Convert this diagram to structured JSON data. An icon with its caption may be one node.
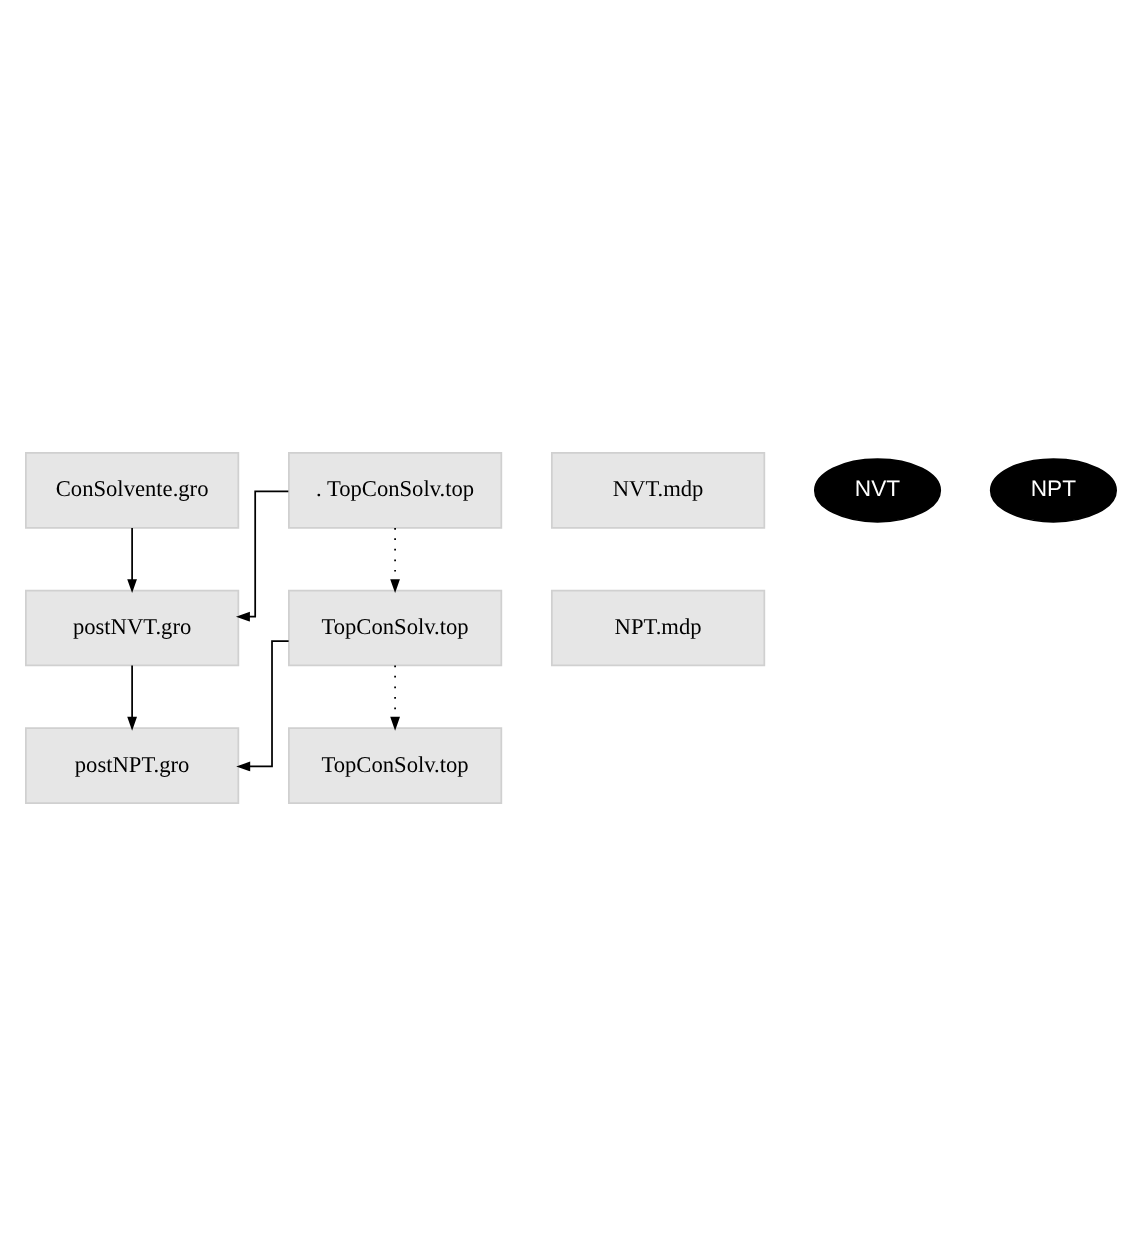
{
  "diagram": {
    "nodes": [
      {
        "text": [
          "ConSolvente.gro"
        ]
      },
      {
        "text": [
          ". TopConSolv.top"
        ]
      },
      {
        "text": [
          "NVT.mdp"
        ]
      },
      {
        "text": [
          "NVT"
        ]
      },
      {
        "text": [
          "postNVT.gro"
        ]
      },
      {
        "text": [
          "TopConSolv.top"
        ]
      },
      {
        "text": [
          "NPT.mdp"
        ]
      },
      {
        "text": [
          "NPT"
        ]
      },
      {
        "text": [
          "postNPT.gro"
        ]
      },
      {
        "text": [
          "TopConSolv.top"
        ]
      }
    ],
    "edges": [
      {
        "from": 0,
        "to": 4,
        "arrow": "to"
      },
      {
        "from": 1,
        "to": 4,
        "arrow": "to"
      },
      {
        "from": 1,
        "to": 5,
        "arrow": "to",
        "style": "dashed"
      },
      {
        "from": 4,
        "to": 8,
        "arrow": "to"
      },
      {
        "from": 5,
        "to": 8,
        "arrow": "to"
      },
      {
        "from": 5,
        "to": 9,
        "arrow": "to",
        "style": "dashed"
      }
    ]
  }
}
